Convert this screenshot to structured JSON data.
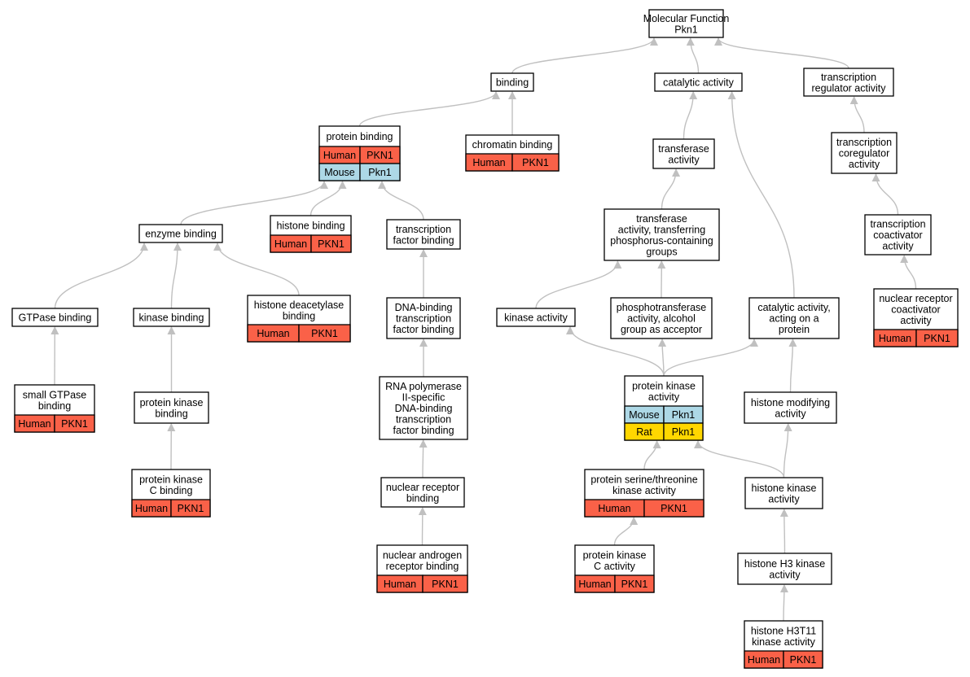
{
  "colors": {
    "Human": "#fa6148",
    "Mouse": "#add8e6",
    "Rat": "#ffd700",
    "edge": "#c0c0c0"
  },
  "nodes": {
    "mf": {
      "label": [
        "Molecular Function",
        "Pkn1"
      ]
    },
    "bind": {
      "label": [
        "binding"
      ]
    },
    "cat": {
      "label": [
        "catalytic activity"
      ]
    },
    "treg": {
      "label": [
        "transcription",
        "regulator activity"
      ]
    },
    "pb": {
      "label": [
        "protein binding"
      ],
      "species": [
        [
          "Human",
          "PKN1"
        ],
        [
          "Mouse",
          "Pkn1"
        ]
      ]
    },
    "chb": {
      "label": [
        "chromatin binding"
      ],
      "species": [
        [
          "Human",
          "PKN1"
        ]
      ]
    },
    "tfa": {
      "label": [
        "transferase",
        "activity"
      ]
    },
    "tcor": {
      "label": [
        "transcription",
        "coregulator",
        "activity"
      ]
    },
    "enz": {
      "label": [
        "enzyme binding"
      ]
    },
    "hb": {
      "label": [
        "histone binding"
      ],
      "species": [
        [
          "Human",
          "PKN1"
        ]
      ]
    },
    "tfb": {
      "label": [
        "transcription",
        "factor binding"
      ]
    },
    "tfp": {
      "label": [
        "transferase",
        "activity, transferring",
        "phosphorus-containing",
        "groups"
      ]
    },
    "tcoa": {
      "label": [
        "transcription",
        "coactivator",
        "activity"
      ]
    },
    "gtp": {
      "label": [
        "GTPase binding"
      ]
    },
    "kb": {
      "label": [
        "kinase binding"
      ]
    },
    "hdac": {
      "label": [
        "histone deacetylase",
        "binding"
      ],
      "species": [
        [
          "Human",
          "PKN1"
        ]
      ]
    },
    "dna": {
      "label": [
        "DNA-binding",
        "transcription",
        "factor binding"
      ]
    },
    "ka": {
      "label": [
        "kinase activity"
      ]
    },
    "pta": {
      "label": [
        "phosphotransferase",
        "activity, alcohol",
        "group as acceptor"
      ]
    },
    "cap": {
      "label": [
        "catalytic activity,",
        "acting on a",
        "protein"
      ]
    },
    "nrc": {
      "label": [
        "nuclear receptor",
        "coactivator",
        "activity"
      ],
      "species": [
        [
          "Human",
          "PKN1"
        ]
      ]
    },
    "sgtp": {
      "label": [
        "small GTPase",
        "binding"
      ],
      "species": [
        [
          "Human",
          "PKN1"
        ]
      ]
    },
    "pkb": {
      "label": [
        "protein kinase",
        "binding"
      ]
    },
    "rnap": {
      "label": [
        "RNA polymerase",
        "II-specific",
        "DNA-binding",
        "transcription",
        "factor binding"
      ]
    },
    "pka": {
      "label": [
        "protein kinase",
        "activity"
      ],
      "species": [
        [
          "Mouse",
          "Pkn1"
        ],
        [
          "Rat",
          "Pkn1"
        ]
      ]
    },
    "hma": {
      "label": [
        "histone modifying",
        "activity"
      ]
    },
    "pkcb": {
      "label": [
        "protein kinase",
        "C binding"
      ],
      "species": [
        [
          "Human",
          "PKN1"
        ]
      ]
    },
    "nrb": {
      "label": [
        "nuclear receptor",
        "binding"
      ]
    },
    "psta": {
      "label": [
        "protein serine/threonine",
        "kinase activity"
      ],
      "species": [
        [
          "Human",
          "PKN1"
        ]
      ]
    },
    "hka": {
      "label": [
        "histone kinase",
        "activity"
      ]
    },
    "narb": {
      "label": [
        "nuclear androgen",
        "receptor binding"
      ],
      "species": [
        [
          "Human",
          "PKN1"
        ]
      ]
    },
    "pkca": {
      "label": [
        "protein kinase",
        "C activity"
      ],
      "species": [
        [
          "Human",
          "PKN1"
        ]
      ]
    },
    "h3k": {
      "label": [
        "histone H3 kinase",
        "activity"
      ]
    },
    "h3t": {
      "label": [
        "histone H3T11",
        "kinase activity"
      ],
      "species": [
        [
          "Human",
          "PKN1"
        ]
      ]
    }
  },
  "edges": [
    [
      "bind",
      "mf"
    ],
    [
      "cat",
      "mf"
    ],
    [
      "treg",
      "mf"
    ],
    [
      "pb",
      "bind"
    ],
    [
      "chb",
      "bind"
    ],
    [
      "tfa",
      "cat"
    ],
    [
      "cap",
      "cat"
    ],
    [
      "tcor",
      "treg"
    ],
    [
      "tcoa",
      "tcor"
    ],
    [
      "nrc",
      "tcoa"
    ],
    [
      "enz",
      "pb"
    ],
    [
      "hb",
      "pb"
    ],
    [
      "tfb",
      "pb"
    ],
    [
      "tfp",
      "tfa"
    ],
    [
      "gtp",
      "enz"
    ],
    [
      "kb",
      "enz"
    ],
    [
      "hdac",
      "enz"
    ],
    [
      "dna",
      "tfb"
    ],
    [
      "ka",
      "tfp"
    ],
    [
      "pta",
      "tfp"
    ],
    [
      "sgtp",
      "gtp"
    ],
    [
      "pkb",
      "kb"
    ],
    [
      "pkcb",
      "pkb"
    ],
    [
      "rnap",
      "dna"
    ],
    [
      "nrb",
      "rnap"
    ],
    [
      "narb",
      "nrb"
    ],
    [
      "pka",
      "ka"
    ],
    [
      "pka",
      "pta"
    ],
    [
      "pka",
      "cap"
    ],
    [
      "hma",
      "cap"
    ],
    [
      "psta",
      "pka"
    ],
    [
      "hka",
      "pka"
    ],
    [
      "hka",
      "hma"
    ],
    [
      "pkca",
      "psta"
    ],
    [
      "h3k",
      "hka"
    ],
    [
      "h3t",
      "h3k"
    ]
  ]
}
